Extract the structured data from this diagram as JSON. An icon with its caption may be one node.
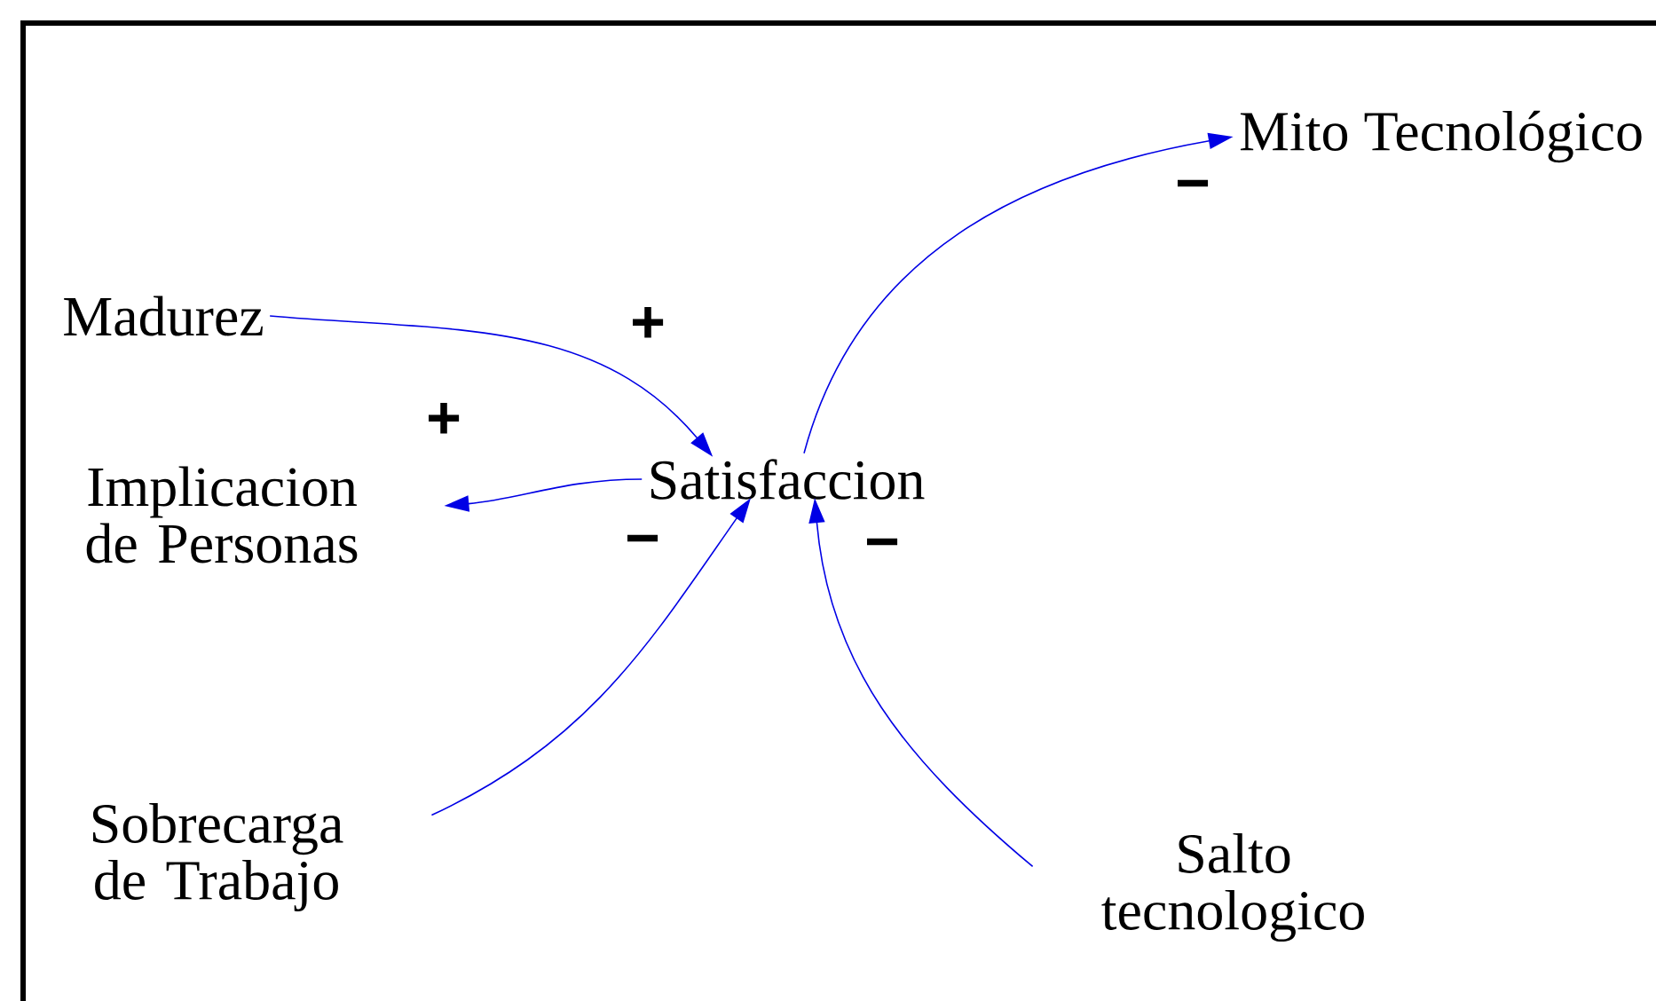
{
  "diagram": {
    "nodes": [
      {
        "text": [
          "Madurez"
        ]
      },
      {
        "text": [
          "Implicacion de Personas"
        ]
      },
      {
        "text": [
          "Satisfaccion"
        ]
      },
      {
        "text": [
          "Mito Tecnológico"
        ]
      },
      {
        "text": [
          "Sobrecarga de Trabajo"
        ]
      },
      {
        "text": [
          "Salto tecnologico"
        ]
      }
    ],
    "edges": [
      {
        "from": 0,
        "to": 2,
        "arrow": "to",
        "label": "+"
      },
      {
        "from": 2,
        "to": 1,
        "arrow": "to",
        "label": "+"
      },
      {
        "from": 2,
        "to": 3,
        "arrow": "to",
        "label": "−"
      },
      {
        "from": 4,
        "to": 2,
        "arrow": "to",
        "label": "−"
      },
      {
        "from": 5,
        "to": 2,
        "arrow": "to",
        "label": "−"
      }
    ]
  }
}
